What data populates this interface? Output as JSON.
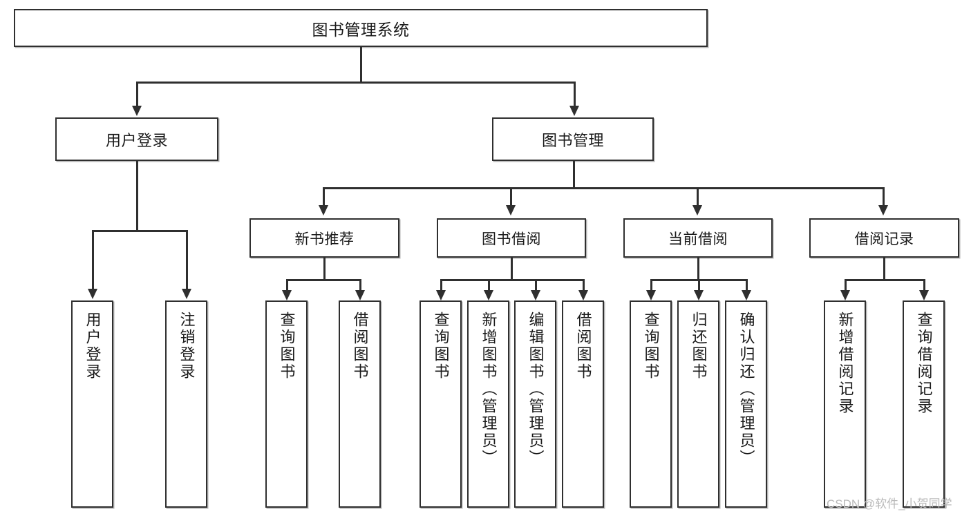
{
  "diagram": {
    "title": "图书管理系统",
    "type": "hierarchy-tree",
    "root": {
      "label": "图书管理系统"
    },
    "level2": [
      {
        "label": "用户登录"
      },
      {
        "label": "图书管理"
      }
    ],
    "level3": [
      {
        "label": "新书推荐"
      },
      {
        "label": "图书借阅"
      },
      {
        "label": "当前借阅"
      },
      {
        "label": "借阅记录"
      }
    ],
    "leaves": {
      "user_login": [
        {
          "label": "用户登录"
        },
        {
          "label": "注销登录"
        }
      ],
      "new_book_recommend": [
        {
          "label": "查询图书"
        },
        {
          "label": "借阅图书"
        }
      ],
      "book_borrow": [
        {
          "label": "查询图书"
        },
        {
          "label": "新增图书（管理员）"
        },
        {
          "label": "编辑图书（管理员）"
        },
        {
          "label": "借阅图书"
        }
      ],
      "current_borrow": [
        {
          "label": "查询图书"
        },
        {
          "label": "归还图书"
        },
        {
          "label": "确认归还（管理员）"
        }
      ],
      "borrow_record": [
        {
          "label": "新增借阅记录"
        },
        {
          "label": "查询借阅记录"
        }
      ]
    }
  },
  "watermark": {
    "text": "CSDN @软件_小贺同学"
  },
  "colors": {
    "stroke": "#2f2f2f",
    "fill": "#ffffff",
    "text": "#1a1a1a",
    "watermark": "#b9b9b9"
  }
}
